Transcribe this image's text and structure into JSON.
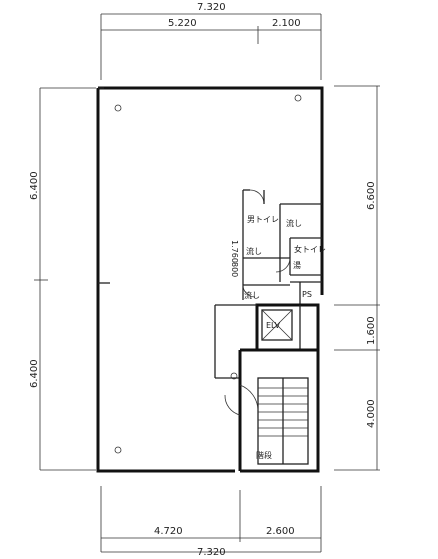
{
  "dimensions": {
    "top_total": "7.320",
    "top_left": "5.220",
    "top_right": "2.100",
    "bottom_left": "4.720",
    "bottom_right": "2.600",
    "bottom_total": "7.320",
    "left_upper": "6.400",
    "left_lower": "6.400",
    "right_upper": "6.600",
    "right_middle": "1.600",
    "right_lower": "4.000",
    "inner_a": "1.760",
    "inner_b": "800"
  },
  "rooms": {
    "toilet_m": "男トイレ",
    "sink_1": "流し",
    "sink_2": "流し",
    "toilet_f": "女トイレ",
    "yu": "湯",
    "sink_3": "流し",
    "ps": "PS",
    "elevator": "ELV",
    "stairs": "階段"
  }
}
